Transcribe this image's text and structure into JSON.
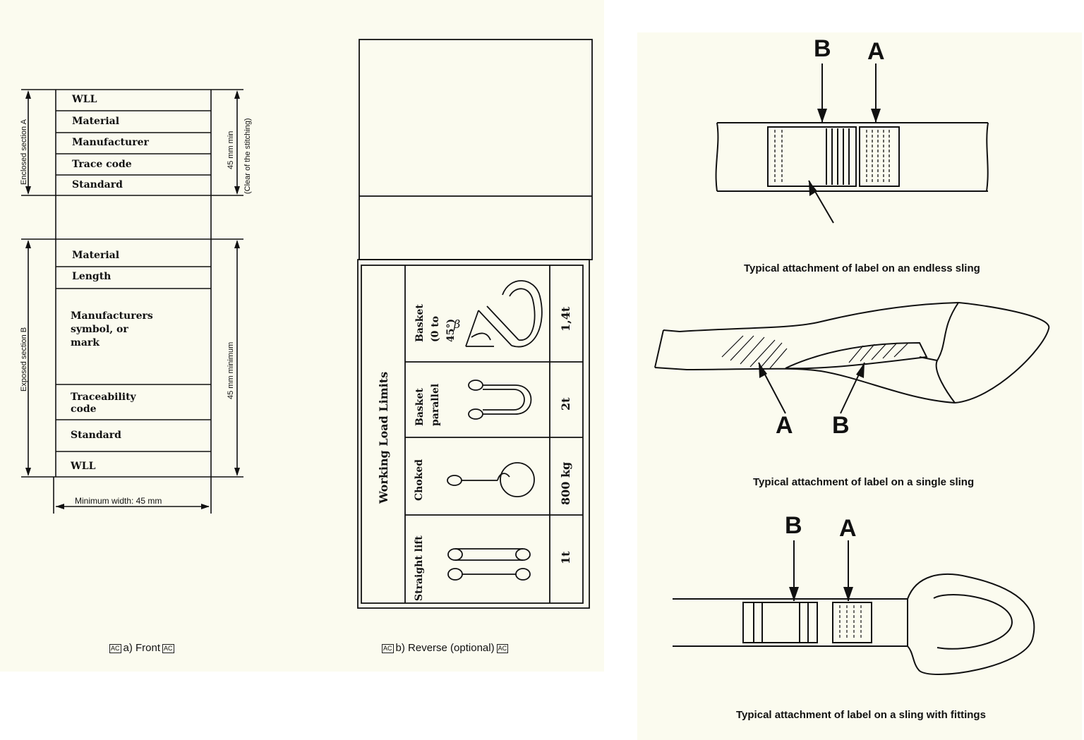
{
  "front": {
    "section_a_fields": [
      "WLL",
      "Material",
      "Manufacturer",
      "Trace code",
      "Standard"
    ],
    "section_b_fields": [
      "Material",
      "Length",
      "Manufacturers symbol, or mark",
      "Traceability code",
      "Standard",
      "WLL"
    ],
    "section_a_label": "Enclosed section A",
    "section_b_label": "Exposed section B",
    "dim_a_label": "45 mm min",
    "dim_a_note": "(Clear of the stitching)",
    "dim_b_label": "45 mm minimum",
    "width_label": "Minimum width: 45 mm",
    "caption_marker": "AC",
    "caption": "a) Front"
  },
  "reverse": {
    "table_title": "Working Load Limits",
    "rows": [
      {
        "name": "Basket (0 to 45°)",
        "load": "1,4t",
        "angle_symbol": "β"
      },
      {
        "name": "Basket parallel",
        "load": "2t"
      },
      {
        "name": "Choked",
        "load": "800 kg"
      },
      {
        "name": "Straight lift",
        "load": "1t"
      }
    ],
    "caption_marker": "AC",
    "caption": "b) Reverse (optional)"
  },
  "attachments": [
    {
      "letters": [
        "B",
        "A"
      ],
      "caption": "Typical attachment of label on an endless sling"
    },
    {
      "letters": [
        "A",
        "B"
      ],
      "caption": "Typical attachment of label on a single sling"
    },
    {
      "letters": [
        "B",
        "A"
      ],
      "caption": "Typical attachment of label on a sling with fittings"
    }
  ]
}
